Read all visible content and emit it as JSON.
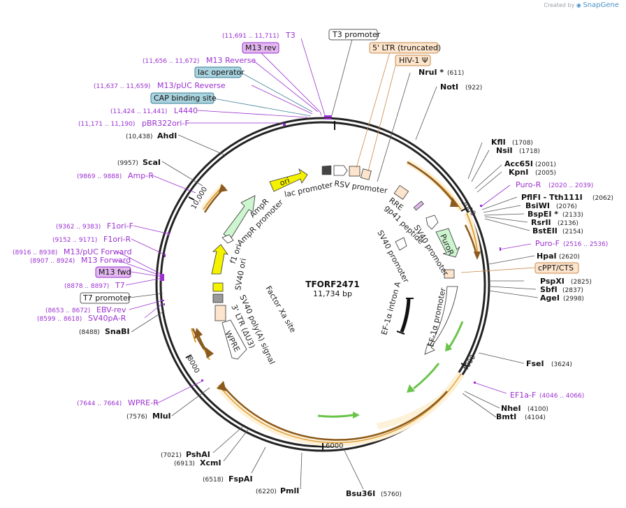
{
  "header": {
    "created_by": "Created by",
    "brand": "SnapGene"
  },
  "map": {
    "name": "TFORF2471",
    "length": "11,734 bp"
  },
  "ticks": [
    "2000",
    "4000",
    "6000",
    "8000",
    "10,000"
  ],
  "boxed_labels": [
    {
      "text": "T3 promoter",
      "fill": "#ffffff",
      "stroke": "#555555"
    },
    {
      "text": "5' LTR (truncated)",
      "fill": "#fde4cc",
      "stroke": "#c98a4a"
    },
    {
      "text": "HIV-1 Ψ",
      "fill": "#fde4cc",
      "stroke": "#c98a4a"
    },
    {
      "text": "M13 rev",
      "fill": "#e3b8f0",
      "stroke": "#9b30d0"
    },
    {
      "text": "lac operator",
      "fill": "#a9d3de",
      "stroke": "#3c7f95"
    },
    {
      "text": "CAP binding site",
      "fill": "#a9d3de",
      "stroke": "#3c7f95"
    },
    {
      "text": "cPPT/CTS",
      "fill": "#fde4cc",
      "stroke": "#c98a4a"
    },
    {
      "text": "M13 fwd",
      "fill": "#e3b8f0",
      "stroke": "#9b30d0"
    },
    {
      "text": "T7 promoter",
      "fill": "#ffffff",
      "stroke": "#555555"
    }
  ],
  "sites": [
    {
      "name": "NruI *",
      "pos": "(611)"
    },
    {
      "name": "NotI",
      "pos": "(922)"
    },
    {
      "name": "KflI",
      "pos": "(1708)"
    },
    {
      "name": "NsiI",
      "pos": "(1718)"
    },
    {
      "name": "Acc65I",
      "pos": "(2001)"
    },
    {
      "name": "KpnI",
      "pos": "(2005)"
    },
    {
      "name": "PflFI - Tth111I",
      "pos": "(2062)"
    },
    {
      "name": "BsiWI",
      "pos": "(2076)"
    },
    {
      "name": "BspEI *",
      "pos": "(2133)"
    },
    {
      "name": "RsrII",
      "pos": "(2136)"
    },
    {
      "name": "BstEII",
      "pos": "(2154)"
    },
    {
      "name": "HpaI",
      "pos": "(2620)"
    },
    {
      "name": "PspXI",
      "pos": "(2825)"
    },
    {
      "name": "SbfI",
      "pos": "(2837)"
    },
    {
      "name": "AgeI",
      "pos": "(2998)"
    },
    {
      "name": "FseI",
      "pos": "(3624)"
    },
    {
      "name": "NheI",
      "pos": "(4100)"
    },
    {
      "name": "BmtI",
      "pos": "(4104)"
    },
    {
      "name": "Bsu36I",
      "pos": "(5760)"
    },
    {
      "name": "PmlI",
      "pos": "(6220)"
    },
    {
      "name": "FspAI",
      "pos": "(6518)"
    },
    {
      "name": "XcmI",
      "pos": "(6913)"
    },
    {
      "name": "PshAI",
      "pos": "(7021)"
    },
    {
      "name": "MluI",
      "pos": "(7576)"
    },
    {
      "name": "SnaBI",
      "pos": "(8488)"
    },
    {
      "name": "ScaI",
      "pos": "(9957)"
    },
    {
      "name": "AhdI",
      "pos": "(10,438)"
    }
  ],
  "primers": [
    {
      "name": "T3",
      "range": "(11,691 .. 11,711)"
    },
    {
      "name": "M13 Reverse",
      "range": "(11,656 .. 11,672)"
    },
    {
      "name": "M13/pUC Reverse",
      "range": "(11,637 .. 11,659)"
    },
    {
      "name": "L4440",
      "range": "(11,424 .. 11,441)"
    },
    {
      "name": "pBR322ori-F",
      "range": "(11,171 .. 11,190)"
    },
    {
      "name": "Amp-R",
      "range": "(9869 .. 9888)"
    },
    {
      "name": "F1ori-F",
      "range": "(9362 .. 9383)"
    },
    {
      "name": "F1ori-R",
      "range": "(9152 .. 9171)"
    },
    {
      "name": "M13/pUC Forward",
      "range": "(8916 .. 8938)"
    },
    {
      "name": "M13 Forward",
      "range": "(8907 .. 8924)"
    },
    {
      "name": "T7",
      "range": "(8878 .. 8897)"
    },
    {
      "name": "EBV-rev",
      "range": "(8653 .. 8672)"
    },
    {
      "name": "SV40pA-R",
      "range": "(8599 .. 8618)"
    },
    {
      "name": "WPRE-R",
      "range": "(7644 .. 7664)"
    },
    {
      "name": "Puro-R",
      "range": "(2020 .. 2039)"
    },
    {
      "name": "Puro-F",
      "range": "(2516 .. 2536)"
    },
    {
      "name": "EF1a-F",
      "range": "(4046 .. 4066)"
    }
  ],
  "inner_features": {
    "ori": "ori",
    "ampr": "AmpR",
    "ampr_promoter": "AmpR promoter",
    "f1_ori": "f1 ori",
    "sv40_ori": "SV40 ori",
    "lac_promoter": "lac promoter",
    "rsv_promoter": "RSV promoter",
    "rre": "RRE",
    "gp41": "gp41 peptide",
    "sv40_promoter_a": "SV40 promoter",
    "sv40_promoter_b": "SV40 promoter",
    "puror": "PuroR",
    "ef1a_promoter": "EF-1α promoter",
    "ef1a_intron": "EF-1α intron A",
    "factor_xa": "Factor Xa site",
    "sv40_polya": "SV40 poly(A) signal",
    "ltr3": "3' LTR (ΔU3)",
    "wpre": "WPRE"
  },
  "colors": {
    "primer": "#9b30d0",
    "orf_fill": "#fdf1d8",
    "orf_stroke": "#e2a23a",
    "arrow_dark": "#8a5a1e",
    "green": "#6ac34a",
    "yellow": "#f5f200",
    "ampr_green": "#cdf5cf",
    "ltr": "#fde4cc"
  }
}
